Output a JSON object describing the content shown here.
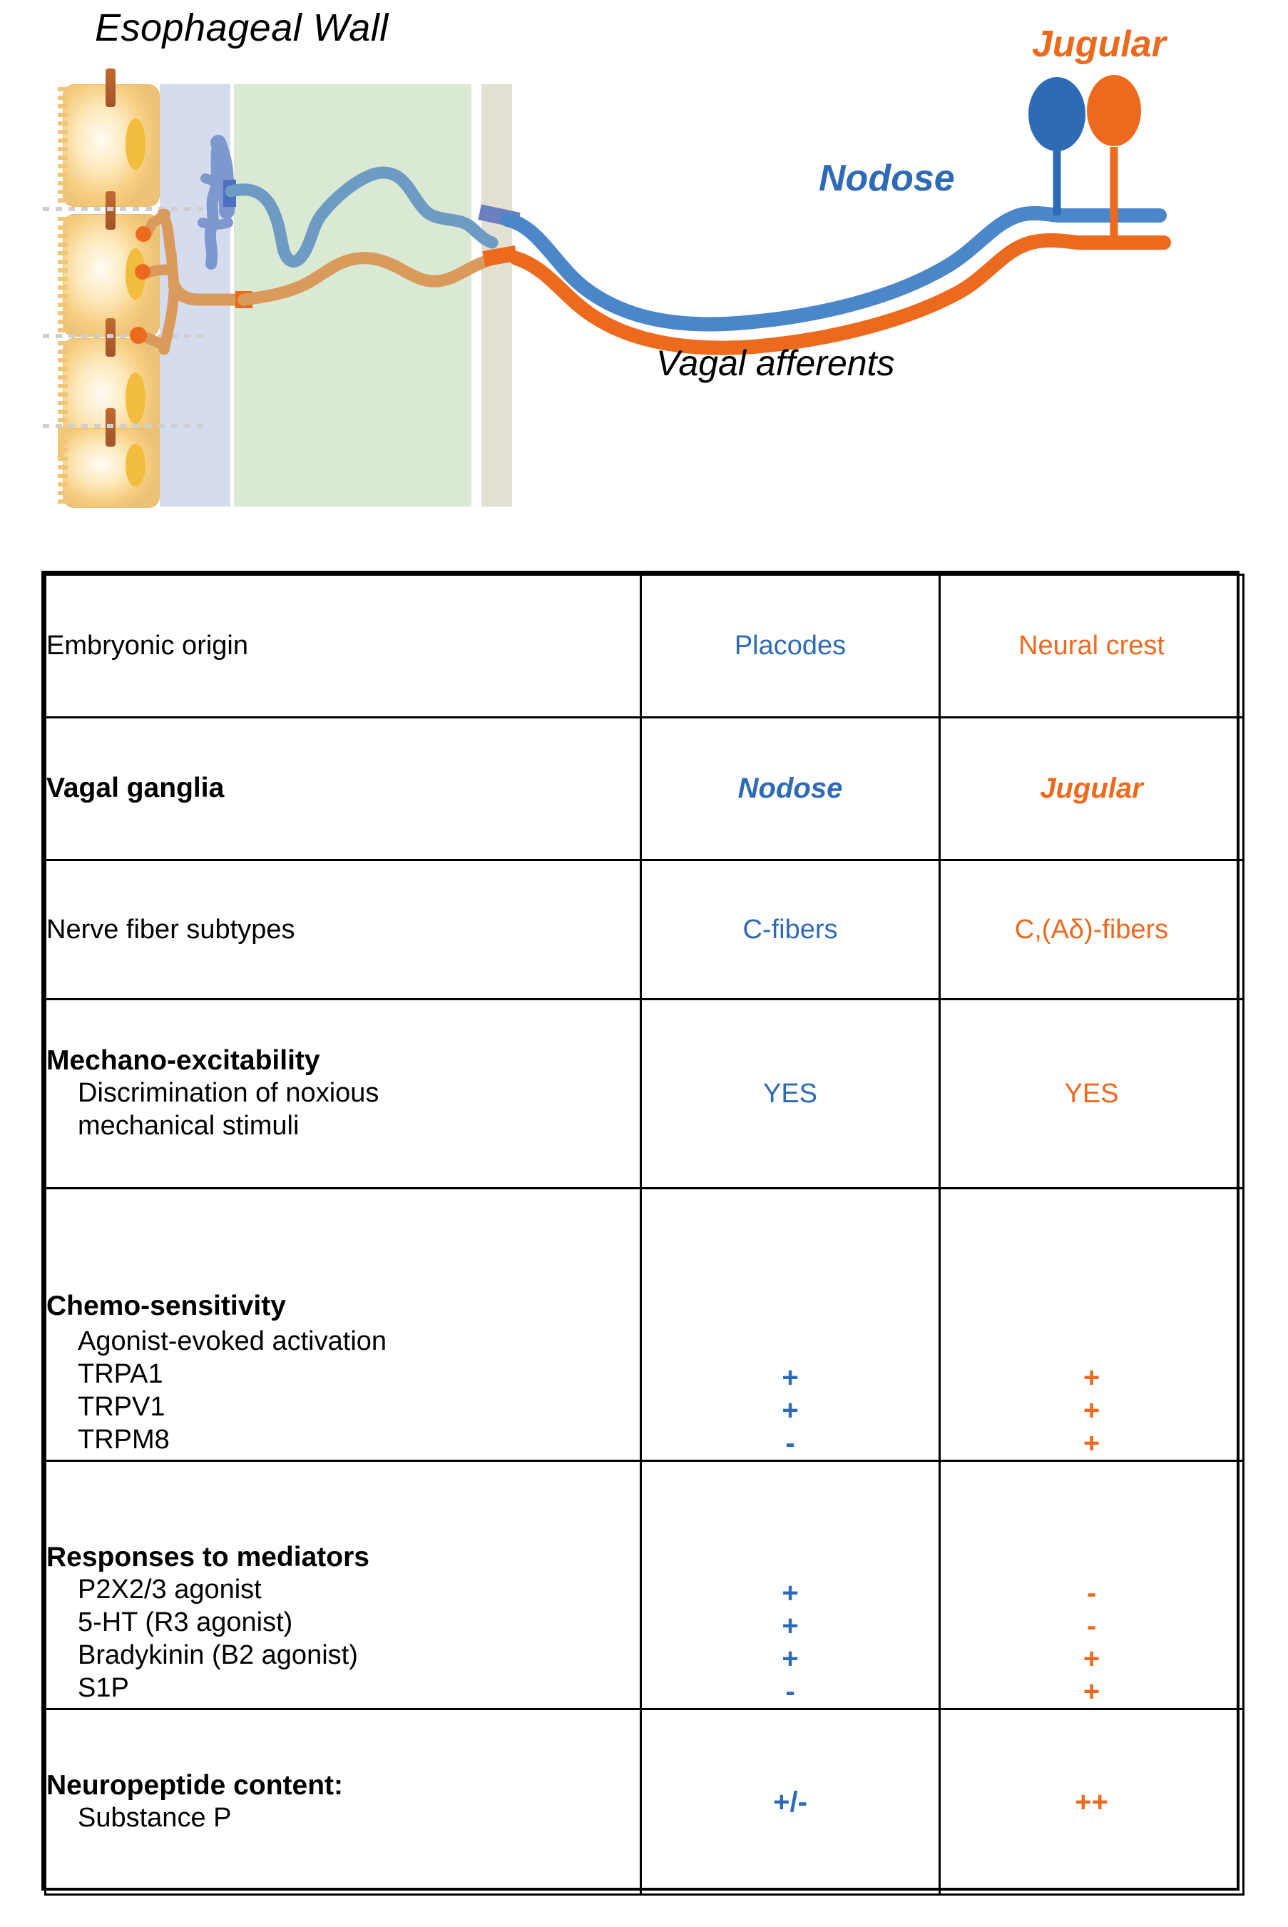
{
  "schematic": {
    "title": "Esophageal Wall",
    "vagal_afferents_label": "Vagal afferents",
    "nodose_label": "Nodose",
    "jugular_label": "Jugular",
    "colors": {
      "nodose_blue": "#2F6BB5",
      "jugular_orange": "#EC6A1E",
      "nodose_fiber_blue": "#6E9BC4",
      "jugular_fiber_orange": "#D99A5B",
      "mucosa_epithelium": "#F6CD80",
      "lamina_propria": "#D4DCED",
      "muscle_layer": "#DAE9D3",
      "adventitia": "#E2E0D3"
    }
  },
  "table": {
    "columns": [
      "",
      "Nodose",
      "Jugular"
    ],
    "rows": [
      {
        "label": "Embryonic origin",
        "label_style": "plain",
        "nodose": "Placodes",
        "jugular": "Neural crest",
        "value_style": "plain"
      },
      {
        "label": "Vagal ganglia",
        "label_style": "bold",
        "nodose": "Nodose",
        "jugular": "Jugular",
        "value_style": "bold-italic"
      },
      {
        "label": "Nerve fiber subtypes",
        "label_style": "plain",
        "nodose": "C-fibers",
        "jugular": "C,(Aδ)-fibers",
        "value_style": "plain"
      },
      {
        "label": "Mechano-excitability",
        "label_style": "bold",
        "sublines": [
          "Discrimination of noxious",
          "mechanical stimuli"
        ],
        "nodose": "YES",
        "jugular": "YES",
        "value_style": "plain"
      },
      {
        "label": "Chemo-sensitivity",
        "label_style": "bold",
        "sublines": [
          "Agonist-evoked activation"
        ],
        "items": [
          {
            "name": "TRPA1",
            "nodose": "+",
            "jugular": "+"
          },
          {
            "name": "TRPV1",
            "nodose": "+",
            "jugular": "+"
          },
          {
            "name": "TRPM8",
            "nodose": "-",
            "jugular": "+"
          }
        ]
      },
      {
        "label": "Responses to mediators",
        "label_style": "bold",
        "items": [
          {
            "name": "P2X2/3 agonist",
            "nodose": "+",
            "jugular": "-"
          },
          {
            "name": "5-HT  (R3 agonist)",
            "nodose": "+",
            "jugular": "-"
          },
          {
            "name": "Bradykinin (B2 agonist)",
            "nodose": "+",
            "jugular": "+"
          },
          {
            "name": "S1P",
            "nodose": "-",
            "jugular": "+"
          }
        ]
      },
      {
        "label": "Neuropeptide content:",
        "label_style": "bold",
        "items": [
          {
            "name": "Substance P",
            "nodose": "+/-",
            "jugular": "++"
          }
        ]
      }
    ]
  }
}
